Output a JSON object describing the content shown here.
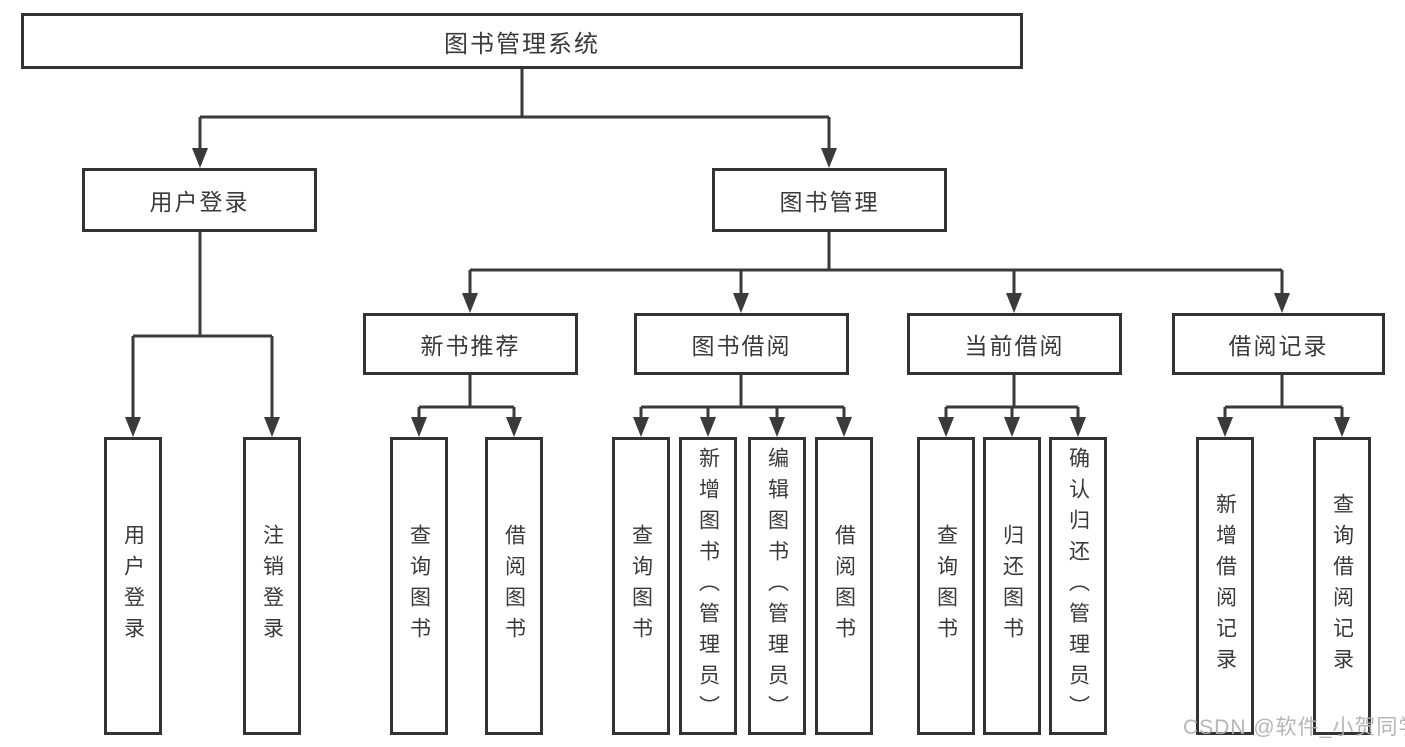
{
  "diagram_type": "hierarchy-tree",
  "colors": {
    "background": "#ffffff",
    "box_border": "#333333",
    "connector_line": "#3a3a3a",
    "text": "#3a3a3a",
    "watermark": "#b2b2b2"
  },
  "tree": {
    "label": "图书管理系统",
    "children": [
      {
        "label": "用户登录",
        "children": [
          {
            "label": "用户登录"
          },
          {
            "label": "注销登录"
          }
        ]
      },
      {
        "label": "图书管理",
        "children": [
          {
            "label": "新书推荐",
            "children": [
              {
                "label": "查询图书"
              },
              {
                "label": "借阅图书"
              }
            ]
          },
          {
            "label": "图书借阅",
            "children": [
              {
                "label": "查询图书"
              },
              {
                "label": "新增图书（管理员）"
              },
              {
                "label": "编辑图书（管理员）"
              },
              {
                "label": "借阅图书"
              }
            ]
          },
          {
            "label": "当前借阅",
            "children": [
              {
                "label": "查询图书"
              },
              {
                "label": "归还图书"
              },
              {
                "label": "确认归还（管理员）"
              }
            ]
          },
          {
            "label": "借阅记录",
            "children": [
              {
                "label": "新增借阅记录"
              },
              {
                "label": "查询借阅记录"
              }
            ]
          }
        ]
      }
    ]
  },
  "watermark": "CSDN @软件_小贺同学"
}
